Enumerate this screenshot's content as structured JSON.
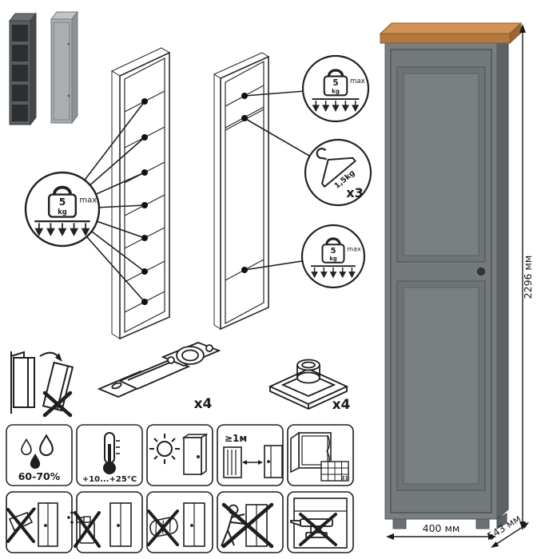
{
  "badges": {
    "weight": {
      "value": "5",
      "unit": "kg",
      "max": "max"
    },
    "hanger": {
      "weight": "1,5kg",
      "count": "x3"
    }
  },
  "hardware": {
    "hinge_count": "x4",
    "foot_count": "x4"
  },
  "care": {
    "humidity": "60-70%",
    "temperature": "+10...+25°C",
    "min_distance": "≥1м",
    "calendar_day": "21"
  },
  "dimensions": {
    "height": "2296 мм",
    "width": "400 мм",
    "depth": "543 мм"
  },
  "colors": {
    "body_gray": "#797e81",
    "side_gray": "#5d6265",
    "top_wood": "#c08347",
    "line": "#1f1f1f"
  }
}
